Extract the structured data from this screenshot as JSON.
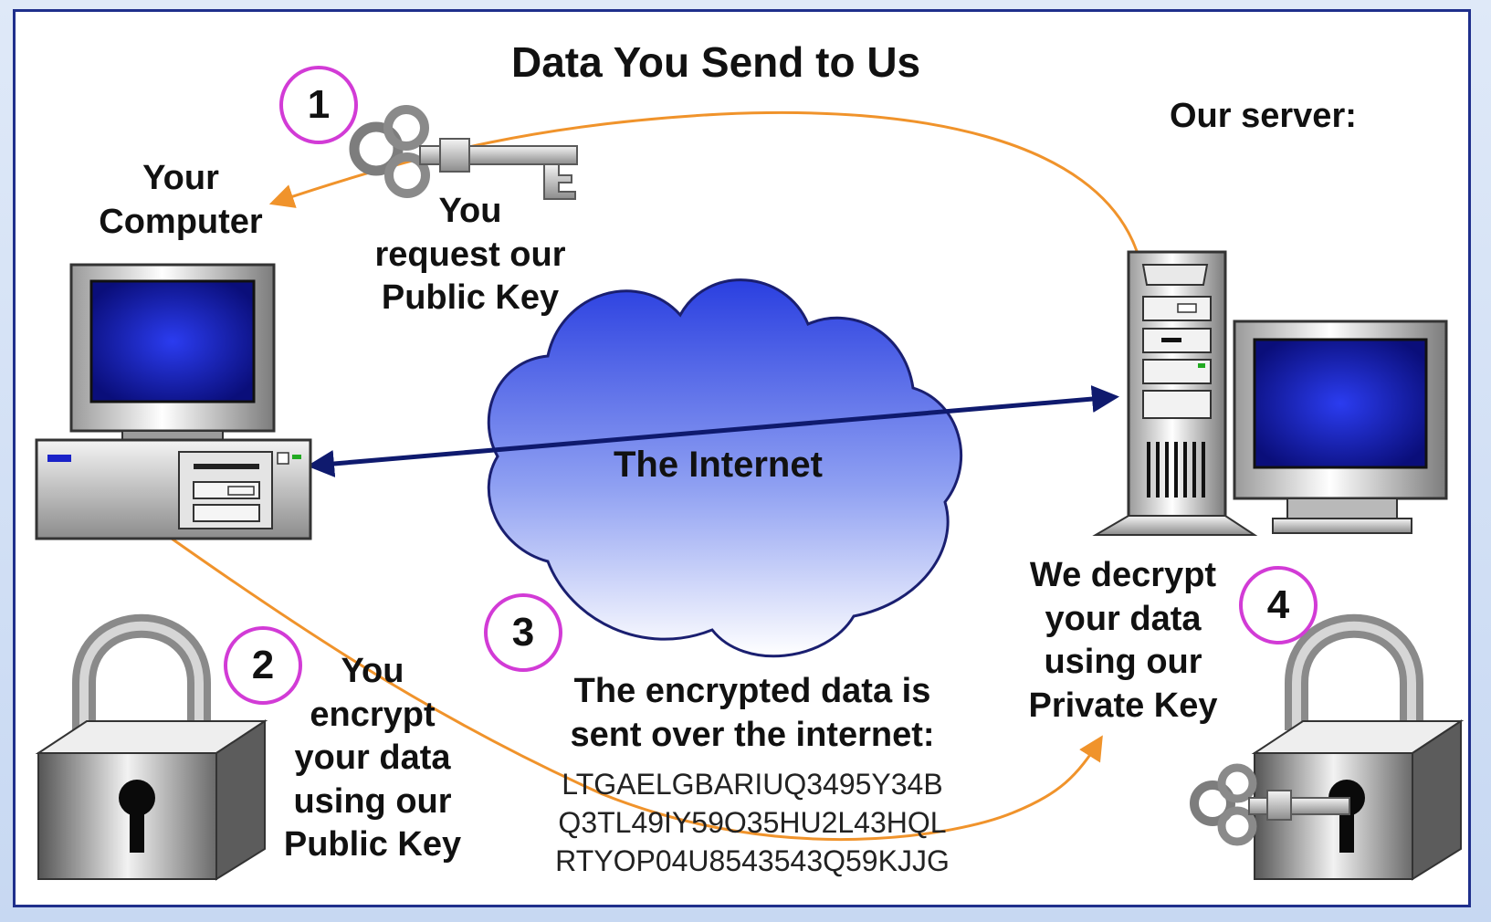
{
  "title": "Data You Send to Us",
  "labels": {
    "your_computer": [
      "Your",
      "Computer"
    ],
    "our_server": "Our server:",
    "internet": "The Internet",
    "step1_text": [
      "You",
      "request our",
      "Public Key"
    ],
    "step2_text": [
      "You",
      "encrypt",
      "your data",
      "using our",
      "Public Key"
    ],
    "step3_text": [
      "The encrypted data is",
      "sent over the internet:"
    ],
    "step4_text": [
      "We decrypt",
      "your data",
      "using our",
      "Private Key"
    ]
  },
  "steps": [
    "1",
    "2",
    "3",
    "4"
  ],
  "cipher_lines": [
    "LTGAELGBARIUQ3495Y34B",
    "Q3TL49IY59O35HU2L43HQL",
    "RTYOP04U8543543Q59KJJG"
  ],
  "icons": [
    "key-icon",
    "padlock-icon",
    "padlock-with-key-icon",
    "desktop-computer-icon",
    "server-tower-icon",
    "monitor-icon",
    "cloud-icon"
  ],
  "colors": {
    "frame": "#1f2f8c",
    "flow_arrow": "#f0932b",
    "exchange_arrow": "#0f1a6e",
    "step_circle": "#d23bd6",
    "screen": "#1a22c8",
    "cloud_top": "#2a3fe0",
    "cloud_bottom": "#ffffff"
  }
}
